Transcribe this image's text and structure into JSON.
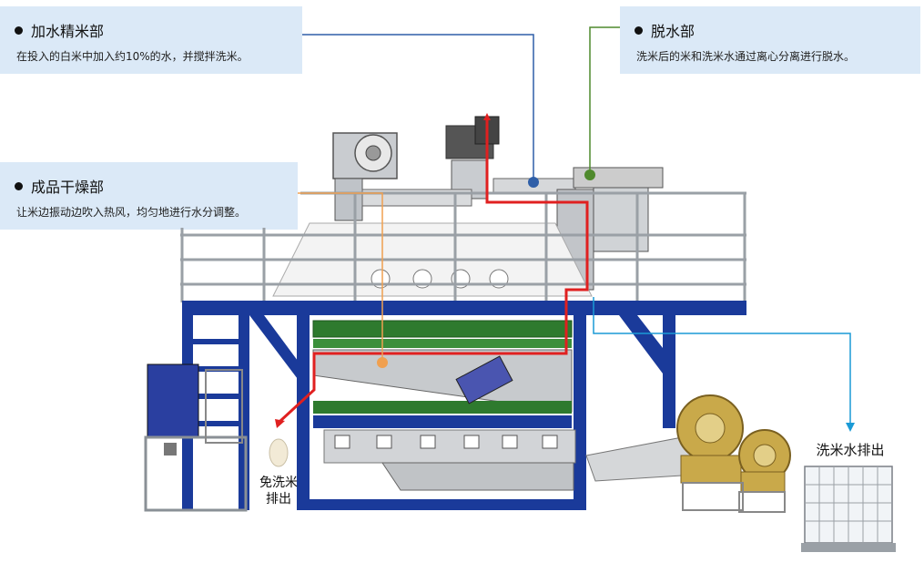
{
  "callouts": [
    {
      "title": "加水精米部",
      "desc": "在投入的白米中加入约10%的水，并搅拌洗米。",
      "dot_color": "#2f5fa8"
    },
    {
      "title": "脱水部",
      "desc": "洗米后的米和洗米水通过离心分离进行脱水。",
      "dot_color": "#4f8a2d"
    },
    {
      "title": "成品干燥部",
      "desc": "让米边振动边吹入热风，均匀地进行水分调整。",
      "dot_color": "#f0a050"
    }
  ],
  "labels": {
    "free_rice_line1": "免洗米",
    "free_rice_line2": "排出",
    "wash_water": "洗米水排出"
  },
  "colors": {
    "frame": "#1a3a9a",
    "flow": "#e02020",
    "blue_leader": "#2f5fa8",
    "green_leader": "#4f8a2d",
    "orange_leader": "#f0a050",
    "cyan_leader": "#1a9ad6",
    "panel_bg": "#dbe9f7"
  }
}
